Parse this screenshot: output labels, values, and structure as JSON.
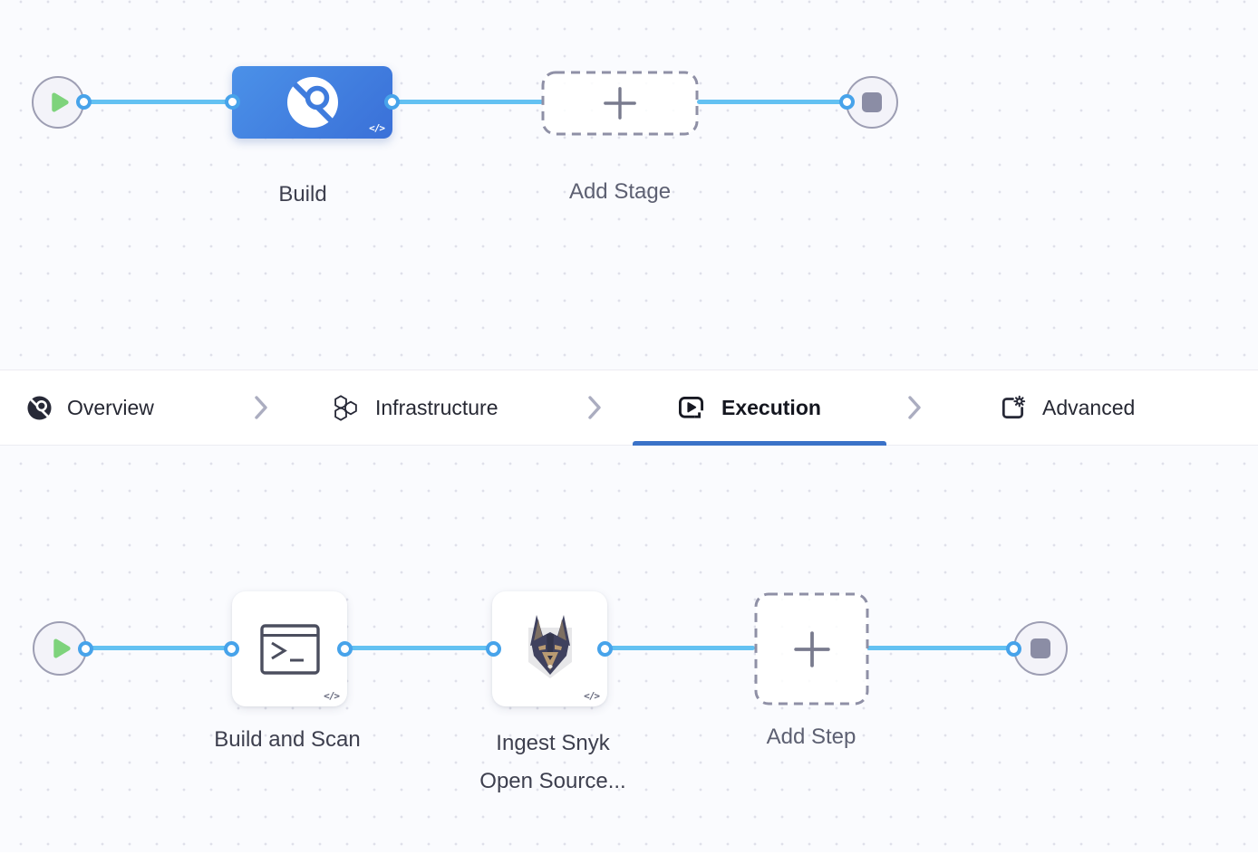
{
  "stage_graph": {
    "start_node": {
      "icon": "play-icon"
    },
    "stage": {
      "label": "Build",
      "icon": "ci-build-icon",
      "code_badge": "</>"
    },
    "add_stage": {
      "label": "Add Stage",
      "icon": "plus-icon"
    },
    "end_node": {
      "icon": "stop-icon"
    }
  },
  "tab_bar": {
    "separator_icon": "chevron-right-icon",
    "tabs": [
      {
        "label": "Overview",
        "icon": "ci-overview-icon",
        "active": false
      },
      {
        "label": "Infrastructure",
        "icon": "hexagons-icon",
        "active": false
      },
      {
        "label": "Execution",
        "icon": "play-window-icon",
        "active": true
      },
      {
        "label": "Advanced",
        "icon": "gear-window-icon",
        "active": false
      }
    ]
  },
  "step_graph": {
    "start_node": {
      "icon": "play-icon"
    },
    "steps": [
      {
        "label": "Build and Scan",
        "icon": "terminal-icon",
        "code_badge": "</>"
      },
      {
        "label_line1": "Ingest Snyk",
        "label_line2": "Open Source...",
        "icon": "snyk-doberman-icon",
        "code_badge": "</>"
      }
    ],
    "add_step": {
      "label": "Add Step",
      "icon": "plus-icon"
    },
    "end_node": {
      "icon": "stop-icon"
    }
  },
  "colors": {
    "canvas_bg": "#fafbfe",
    "grid_dot": "#dfe0ea",
    "edge_blue": "#63c1f2",
    "port_ring_blue": "#47a3ea",
    "stage_blue_start": "#4b91e8",
    "stage_blue_end": "#3a70d8",
    "tab_underline_blue": "#3a72c8",
    "play_green": "#7ed37c",
    "stop_gray": "#8b8da5",
    "dashed_border": "#8f90a6",
    "node_border": "#9d9eb3",
    "dark_icon": "#272937"
  }
}
